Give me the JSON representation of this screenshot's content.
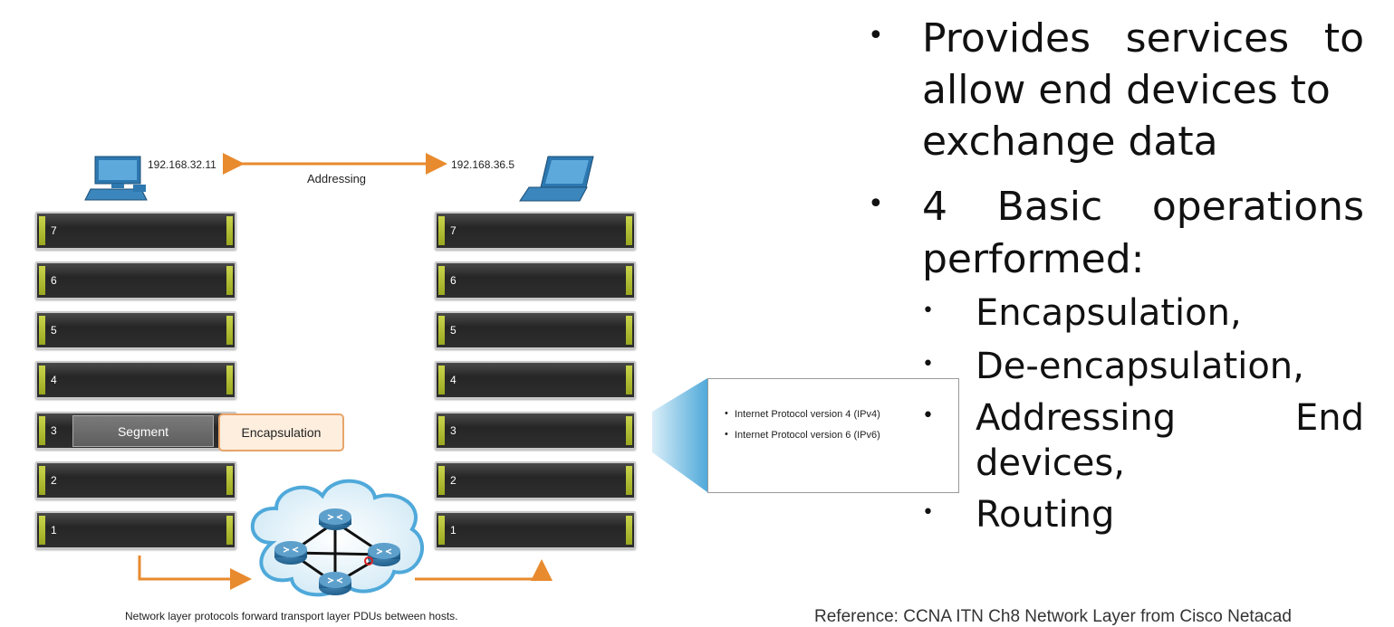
{
  "diagram": {
    "source_ip": "192.168.32.11",
    "dest_ip": "192.168.36.5",
    "addressing_label": "Addressing",
    "layers": [
      "7",
      "6",
      "5",
      "4",
      "3",
      "2",
      "1"
    ],
    "segment_label": "Segment",
    "encapsulation_label": "Encapsulation",
    "caption": "Network layer protocols forward transport layer PDUs between hosts.",
    "callout_items": [
      "Internet Protocol version 4 (IPv4)",
      "Internet Protocol version 6 (IPv6)"
    ],
    "colors": {
      "arrow": "#e88a2e",
      "layer_accent": "#b7c22e",
      "callout_beam": "#5fb6e0"
    }
  },
  "bullets": {
    "b1_line1": "Provides services to",
    "b1_line2": "allow end devices to",
    "b1_line3": "exchange data",
    "b2_line1": "4 Basic operations",
    "b2_line2": "performed:",
    "sub1": "Encapsulation,",
    "sub2": "De-encapsulation,",
    "sub3_line1": "Addressing End",
    "sub3_line2": "devices,",
    "sub4": "Routing"
  },
  "reference": "Reference: CCNA ITN Ch8 Network Layer from Cisco Netacad"
}
